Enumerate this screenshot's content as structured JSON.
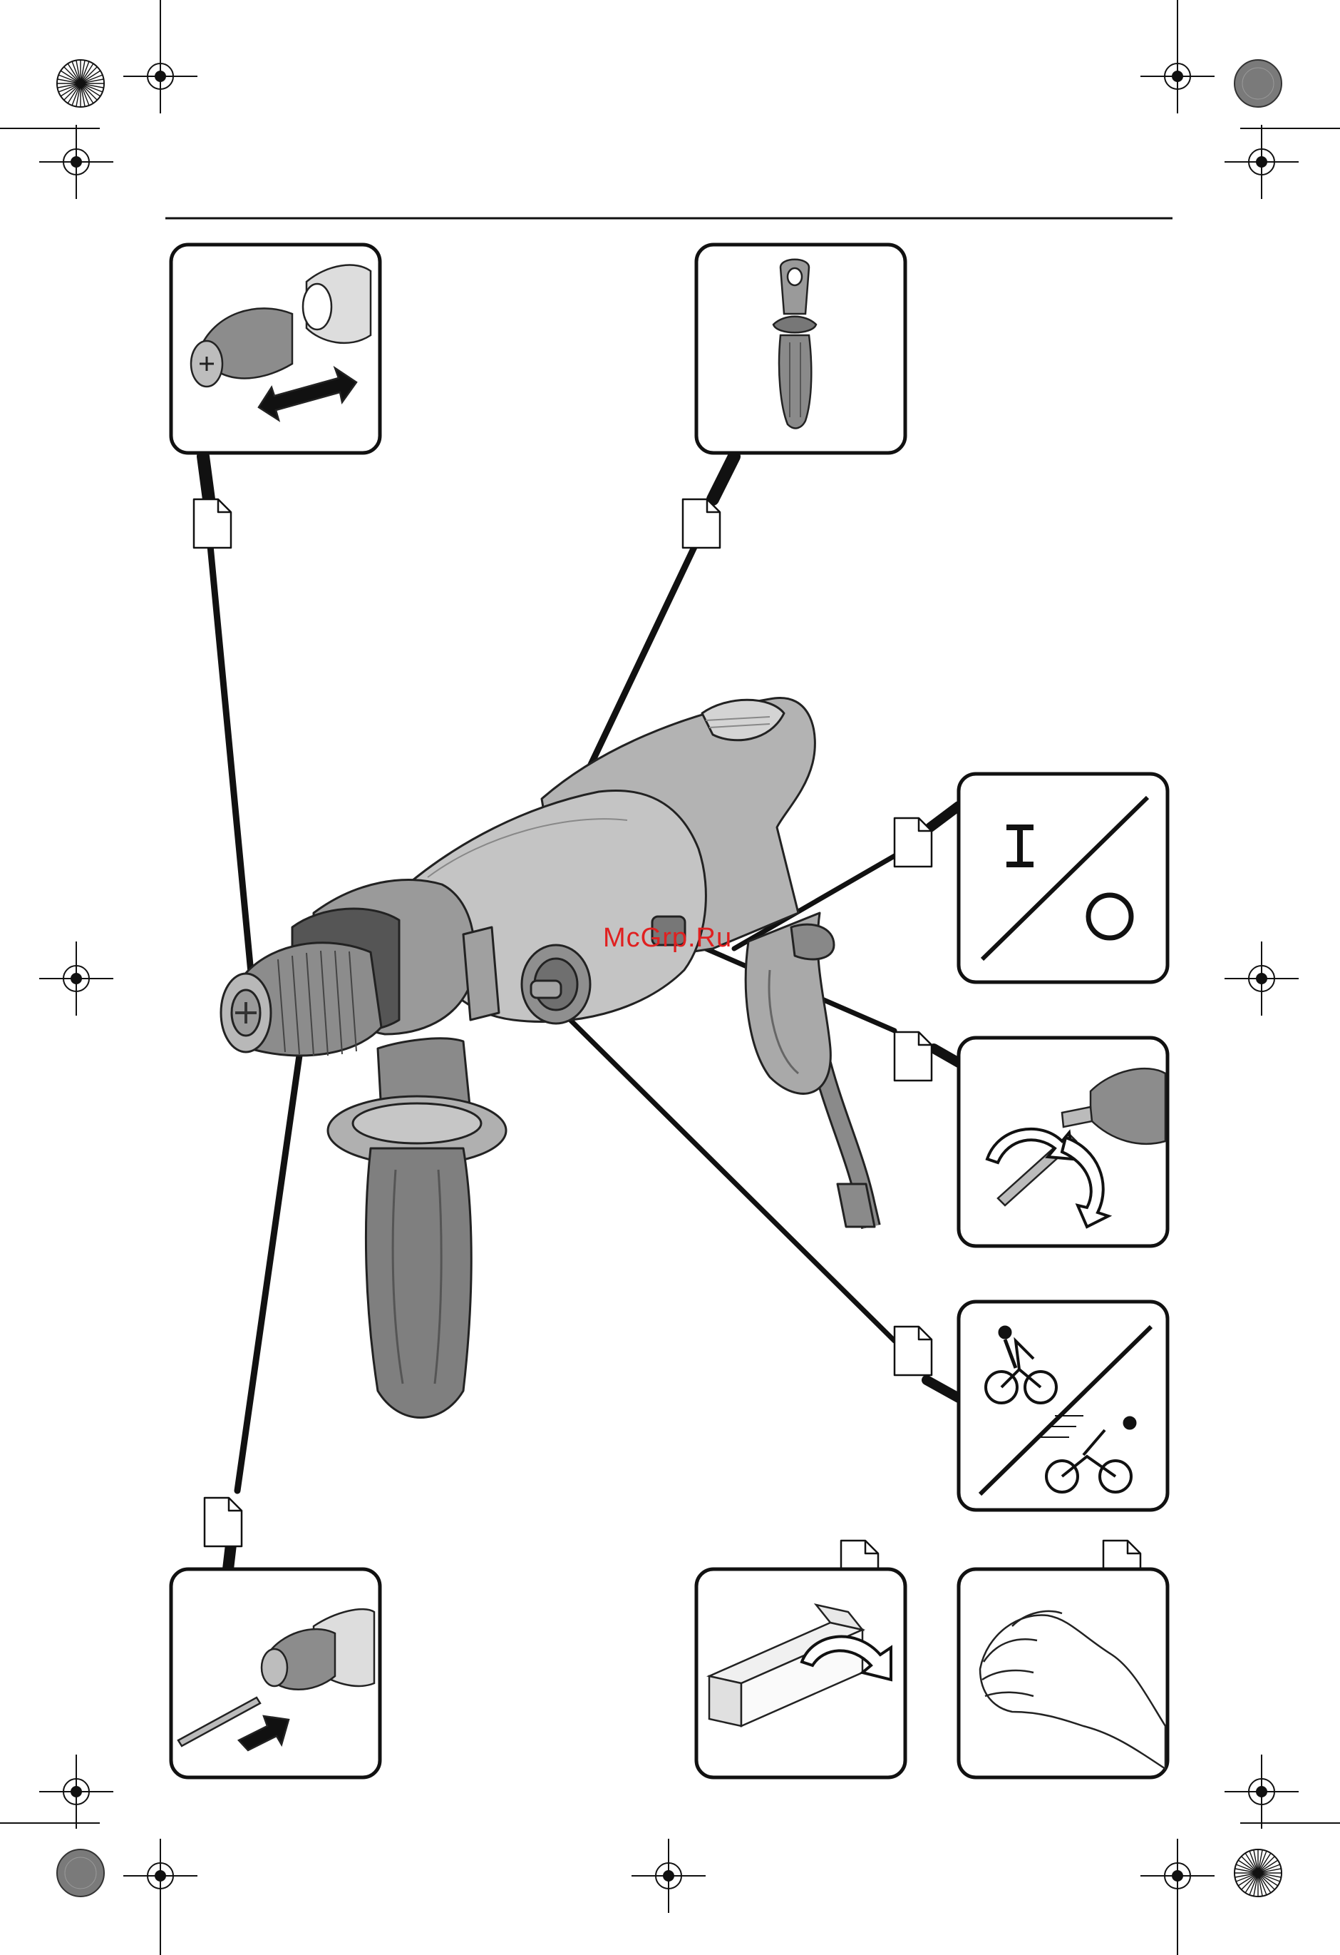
{
  "watermark": {
    "text": "McGrp.Ru"
  },
  "colors": {
    "ink": "#111111",
    "tool_body": "#9b9b9b",
    "tool_light": "#cfcfcf",
    "tool_dark": "#6e6e6e",
    "watermark": "#e02020"
  },
  "panels": [
    {
      "id": "chuck-remove",
      "icon": "chuck-detach-icon"
    },
    {
      "id": "depth-stop-handle",
      "icon": "auxiliary-handle-icon"
    },
    {
      "id": "on-off",
      "icon": "on-off-switch-icon"
    },
    {
      "id": "rotation-direction",
      "icon": "rotation-direction-icon"
    },
    {
      "id": "speed-selection",
      "icon": "speed-selector-icon"
    },
    {
      "id": "insert-bit",
      "icon": "insert-drill-bit-icon"
    },
    {
      "id": "open-box",
      "icon": "open-package-icon"
    },
    {
      "id": "hand-vibration",
      "icon": "hand-icon"
    }
  ]
}
